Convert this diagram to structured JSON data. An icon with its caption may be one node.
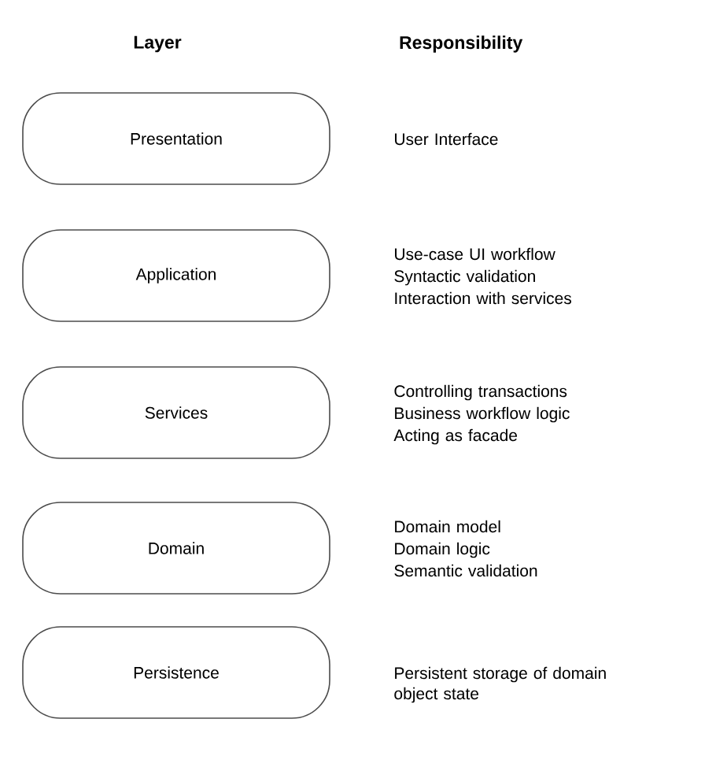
{
  "diagram": {
    "nodes": [
      {
        "text": [
          "Presentation"
        ],
        "beside": [
          "User Interface"
        ]
      },
      {
        "text": [
          "Application"
        ],
        "beside": [
          "Use-case UI workflow",
          "Syntactic validation",
          "Interaction with services"
        ]
      },
      {
        "text": [
          "Services"
        ],
        "beside": [
          "Controlling transactions",
          "Business workflow logic",
          "Acting as facade"
        ]
      },
      {
        "text": [
          "Domain"
        ],
        "beside": [
          "Domain model",
          "Domain logic",
          "Semantic validation"
        ]
      },
      {
        "text": [
          "Persistence"
        ],
        "beside": [
          "Persistent storage of domain object state"
        ]
      }
    ],
    "labels": [
      "Layer",
      "Responsibility"
    ]
  }
}
